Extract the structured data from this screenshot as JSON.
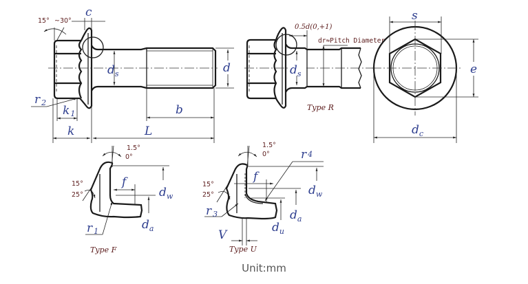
{
  "title": "Hexagon flange bolt dimension drawing",
  "unit_label": "Unit:mm",
  "main_view": {
    "angle_top": "15°",
    "angle_range": "~30°",
    "labels": {
      "c": "c",
      "d": "d",
      "ds_main": "d",
      "ds_sub": "s",
      "r2_main": "r",
      "r2_sub": "2",
      "k1_main": "k",
      "k1_sub": "1",
      "k": "k",
      "L": "L",
      "b": "b"
    }
  },
  "type_r_view": {
    "note_length": "0.5d(0,+1)",
    "note_pitch": "dr≈Pitch Diameter",
    "ds_main": "d",
    "ds_sub": "s",
    "caption": "Type R"
  },
  "end_view": {
    "labels": {
      "s": "s",
      "e": "e",
      "dc_main": "d",
      "dc_sub": "c"
    }
  },
  "type_f_detail": {
    "angle_a": "1.5°",
    "angle_b": "0°",
    "angle_c": "15°",
    "angle_d": "25°",
    "f": "f",
    "dw_main": "d",
    "dw_sub": "w",
    "da_main": "d",
    "da_sub": "a",
    "r1_main": "r",
    "r1_sub": "1",
    "caption": "Type F"
  },
  "type_u_detail": {
    "angle_a": "1.5°",
    "angle_b": "0°",
    "angle_c": "15°",
    "angle_d": "25°",
    "f": "f",
    "r4_main": "r",
    "r4_sub": "4",
    "r3_main": "r",
    "r3_sub": "3",
    "dw_main": "d",
    "dw_sub": "w",
    "da_main": "d",
    "da_sub": "a",
    "du_main": "d",
    "du_sub": "u",
    "V": "V",
    "caption": "Type U"
  }
}
